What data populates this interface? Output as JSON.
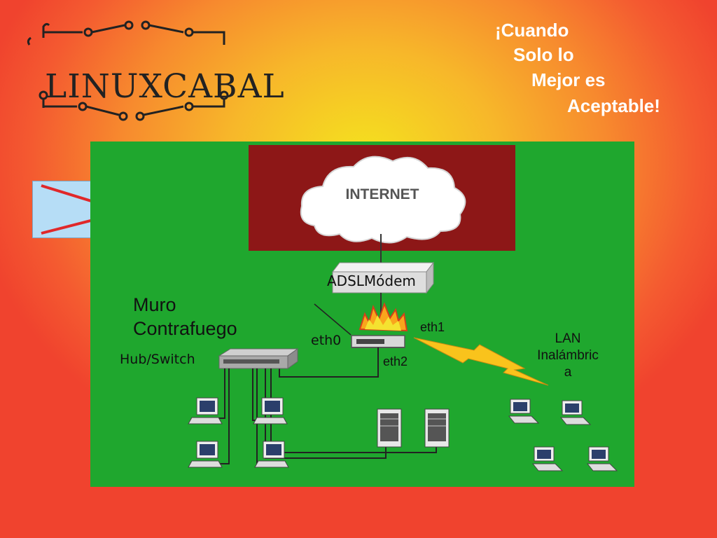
{
  "logo": {
    "text": "LINUXCABAL"
  },
  "slogan": [
    "¡Cuando",
    "Solo lo",
    "Mejor es",
    "Aceptable!"
  ],
  "diagram": {
    "internet_label": "INTERNET",
    "modem_label": "ADSLMódem",
    "firewall_label": "Muro\nContrafuego",
    "hub_label": "Hub/Switch",
    "eth0": "eth0",
    "eth1": "eth1",
    "eth2": "eth2",
    "lan_label": "LAN\nInalámbric\na"
  },
  "colors": {
    "diagram_bg": "#1fa72e",
    "internet_panel": "#8d1717",
    "cloud": "#ffffff",
    "side_box": "#b6ddf6",
    "slogan_text": "#ffffff"
  }
}
